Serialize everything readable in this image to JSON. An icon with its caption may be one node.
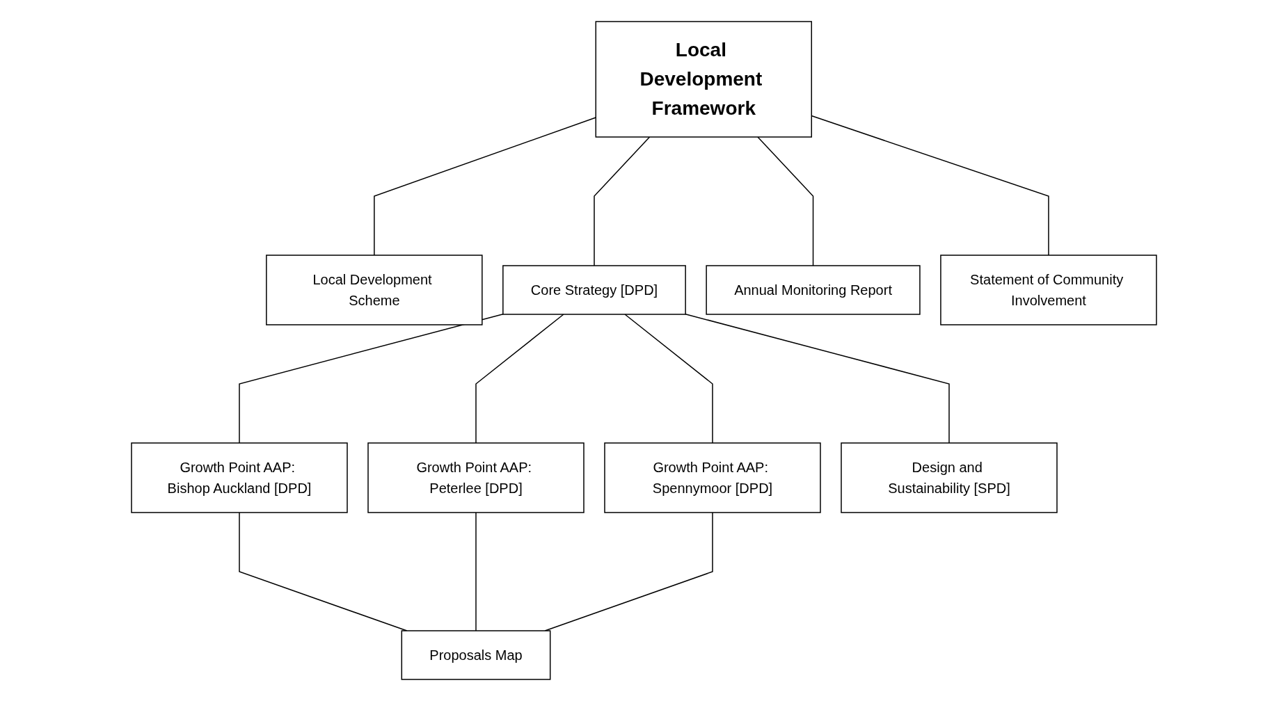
{
  "diagram": {
    "nodes": [
      {
        "text": [
          "Local Development Framework"
        ]
      },
      {
        "text": [
          "Local Development Scheme"
        ]
      },
      {
        "text": [
          "Core Strategy [DPD]"
        ]
      },
      {
        "text": [
          "Annual Monitoring Report"
        ]
      },
      {
        "text": [
          "Statement of Community Involvement"
        ]
      },
      {
        "text": [
          "Growth Point AAP: Bishop Auckland [DPD]"
        ]
      },
      {
        "text": [
          "Growth Point AAP: Peterlee [DPD]"
        ]
      },
      {
        "text": [
          "Growth Point AAP: Spennymoor [DPD]"
        ]
      },
      {
        "text": [
          "Design and Sustainability [SPD]"
        ]
      },
      {
        "text": [
          "Proposals Map"
        ]
      }
    ],
    "edges": [
      {
        "from": 0,
        "to": 2,
        "arrow": "none"
      },
      {
        "from": 0,
        "to": 3,
        "arrow": "none"
      },
      {
        "from": 0,
        "to": 1,
        "arrow": "none"
      },
      {
        "from": 0,
        "to": 4,
        "arrow": "none"
      },
      {
        "from": 2,
        "to": 5,
        "arrow": "none"
      },
      {
        "from": 2,
        "to": 6,
        "arrow": "none"
      },
      {
        "from": 2,
        "to": 7,
        "arrow": "none"
      },
      {
        "from": 2,
        "to": 8,
        "arrow": "none"
      },
      {
        "from": 5,
        "to": 9,
        "arrow": "none"
      },
      {
        "from": 6,
        "to": 9,
        "arrow": "none"
      },
      {
        "from": 7,
        "to": 9,
        "arrow": "none"
      }
    ]
  }
}
